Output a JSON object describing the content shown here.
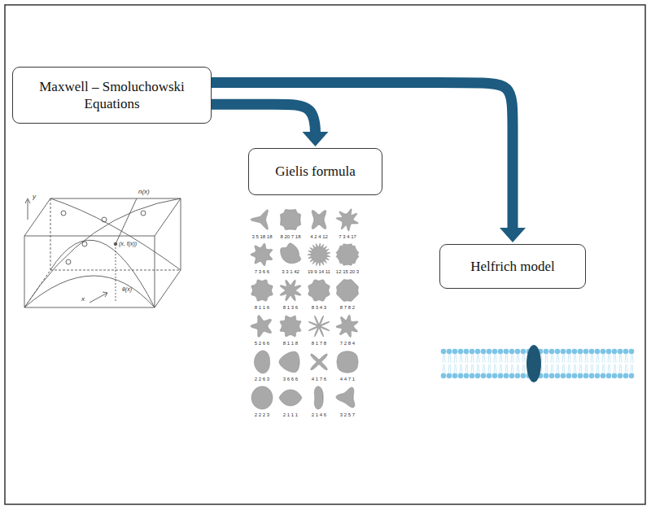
{
  "diagram": {
    "nodes": [
      {
        "text": [
          "Maxwell – Smoluchowski Equations"
        ]
      },
      {
        "text": [
          "Gielis formula"
        ]
      },
      {
        "text": [
          "Helfrich model"
        ]
      }
    ],
    "edges": [
      {
        "from": 0,
        "to": 1,
        "arrow": "to"
      },
      {
        "from": 0,
        "to": 2,
        "arrow": "to"
      }
    ],
    "labels": [
      "y",
      "n(x)",
      "(x, f(x))",
      "x",
      "θ(x)",
      "3 5 18 18",
      "8 20 7 18",
      "4 2 4 12",
      "7 3 4 17",
      "7 3 6 6",
      "3 3 1 42",
      "19 9 14 11",
      "12 15 20 3",
      "8 1 1 6",
      "8 1 3 6",
      "8 3 4 3",
      "8 7 8 2",
      "5 2 6 6",
      "8 1 1 8",
      "8 1 7 8",
      "7 2 8 4",
      "2 2 6 3",
      "3 6 6 6",
      "4 1 7 6",
      "4 4 7 1",
      "2 2 2 3",
      "2 1 1 1",
      "2 1 4 6",
      "3 2 5 7"
    ]
  }
}
